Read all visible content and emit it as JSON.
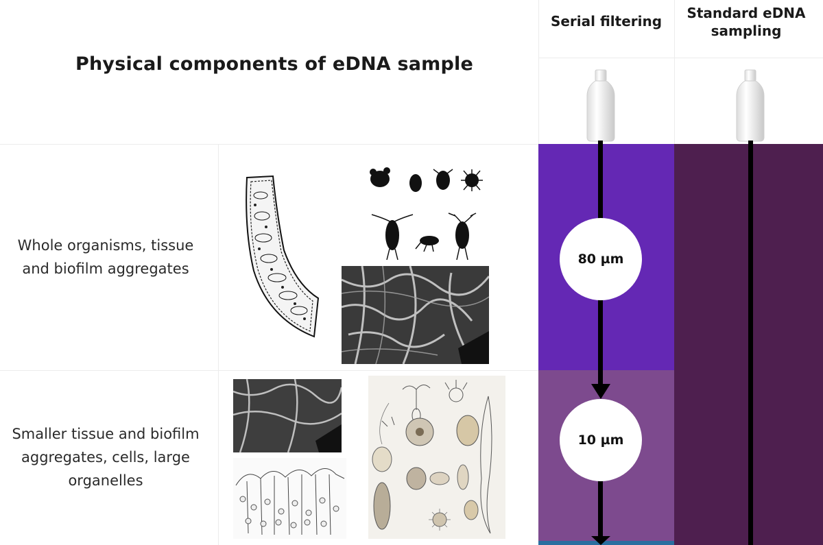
{
  "header": {
    "title": "Physical components of eDNA sample",
    "columns": [
      {
        "lines": [
          "Serial filtering"
        ]
      },
      {
        "lines": [
          "Standard eDNA",
          "sampling"
        ]
      }
    ]
  },
  "rows": [
    {
      "label_lines": [
        "Whole organisms, tissue",
        "and biofilm aggregates"
      ],
      "filter": "80 µm"
    },
    {
      "label_lines": [
        "Smaller tissue and biofilm",
        "aggregates, cells, large",
        "organelles"
      ],
      "filter": "10 µm"
    }
  ],
  "colors": {
    "serial_row1": "#6428b4",
    "serial_row2": "#7d4a8e",
    "standard": "#4e1f4f",
    "bottom_accent": "#2a6fa0",
    "line": "#000000"
  },
  "icons": [
    "bottle-icon",
    "bottle-icon"
  ]
}
